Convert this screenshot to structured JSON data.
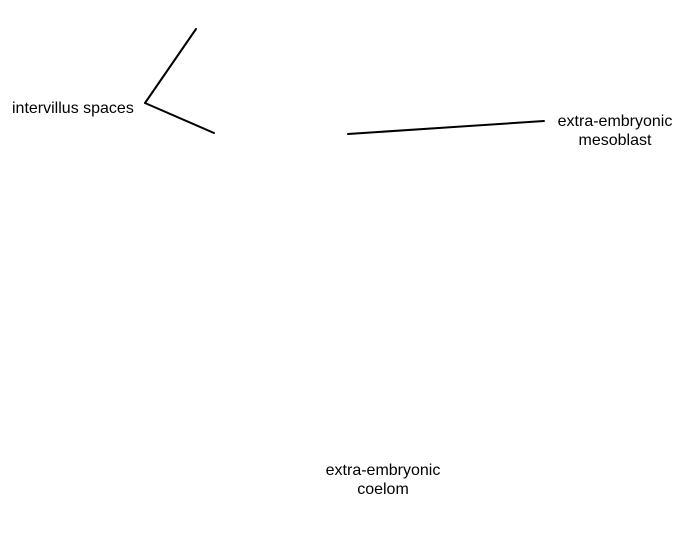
{
  "diagram": {
    "labels": {
      "intervillus_spaces": "intervillus spaces",
      "extra_embryonic_mesoblast": {
        "line1": "extra-embryonic",
        "line2": "mesoblast"
      },
      "extra_embryonic_coelom": {
        "line1": "extra-embryonic",
        "line2": "coelom"
      }
    },
    "colors": {
      "background": "#ffffff",
      "text": "#000000",
      "lines": "#000000"
    }
  }
}
